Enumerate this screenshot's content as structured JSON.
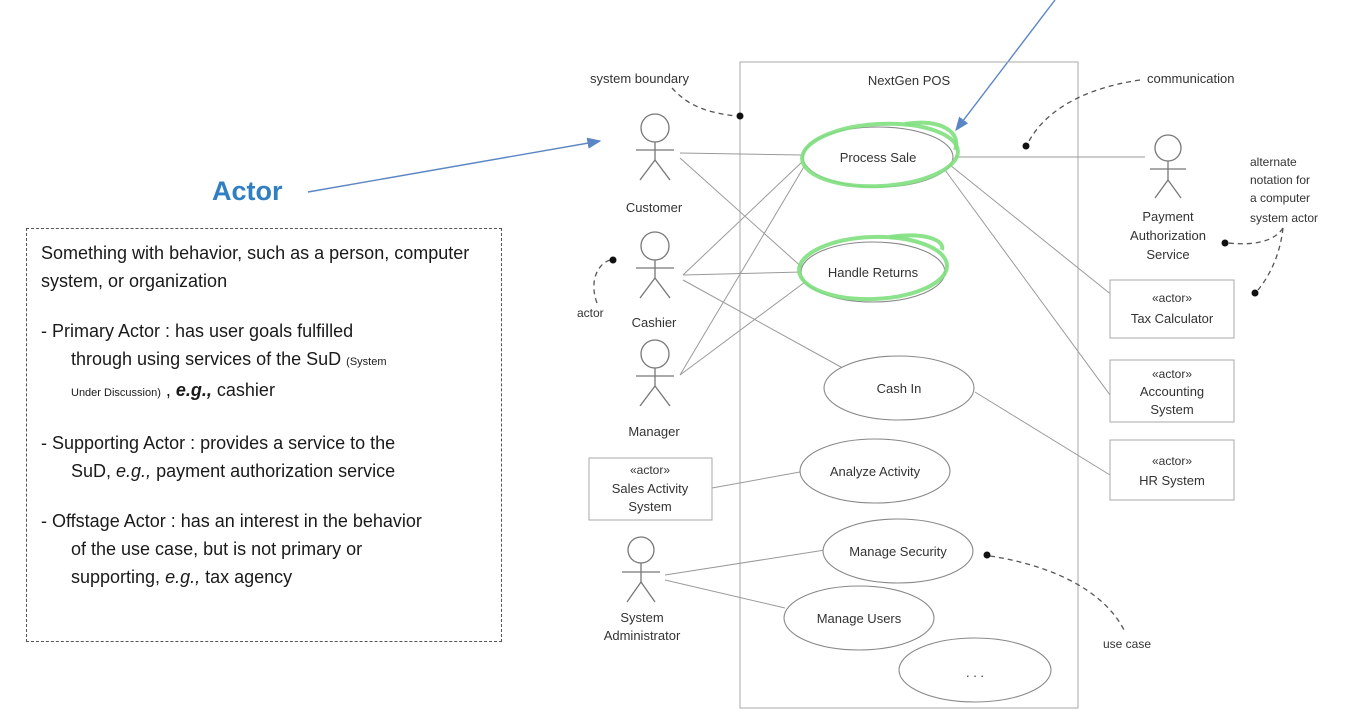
{
  "title": "Actor",
  "definition": {
    "intro": "Something with behavior, such as a person, computer system, or organization",
    "primary": {
      "line1": "- Primary Actor : has user goals fulfilled",
      "line2a": "through using services of the SuD ",
      "small1": "(System",
      "small2": "Under Discussion)",
      "line3": " , ",
      "eg": "e.g.,",
      "tail": " cashier"
    },
    "supporting": {
      "line1": "- Supporting Actor : provides a service to the",
      "line2a": "SuD, ",
      "eg": "e.g.,",
      "tail": " payment authorization service"
    },
    "offstage": {
      "line1": "- Offstage Actor : has an interest in the behavior",
      "line2": "of the use case, but is not primary or",
      "line3a": "supporting, ",
      "eg": "e.g.,",
      "tail": " tax agency"
    }
  },
  "diagram": {
    "system_name": "NextGen POS",
    "annotations": {
      "system_boundary": "system boundary",
      "communication": "communication",
      "actor": "actor",
      "use_case": "use case",
      "alternate": [
        "alternate",
        "notation for",
        "a computer",
        "system actor"
      ]
    },
    "actors": {
      "customer": "Customer",
      "cashier": "Cashier",
      "manager": "Manager",
      "sysadmin": [
        "System",
        "Administrator"
      ],
      "payment": [
        "Payment",
        "Authorization",
        "Service"
      ]
    },
    "stereotype": "«actor»",
    "system_actors": {
      "sales_activity": [
        "Sales Activity",
        "System"
      ],
      "tax": "Tax Calculator",
      "accounting": [
        "Accounting",
        "System"
      ],
      "hr": "HR System"
    },
    "use_cases": {
      "process_sale": "Process Sale",
      "handle_returns": "Handle Returns",
      "cash_in": "Cash In",
      "analyze_activity": "Analyze Activity",
      "manage_security": "Manage Security",
      "manage_users": "Manage Users",
      "more": ". . ."
    },
    "colors": {
      "highlight": "#7fe07f",
      "arrow": "#5b86c4",
      "title": "#2f7fc2"
    }
  }
}
